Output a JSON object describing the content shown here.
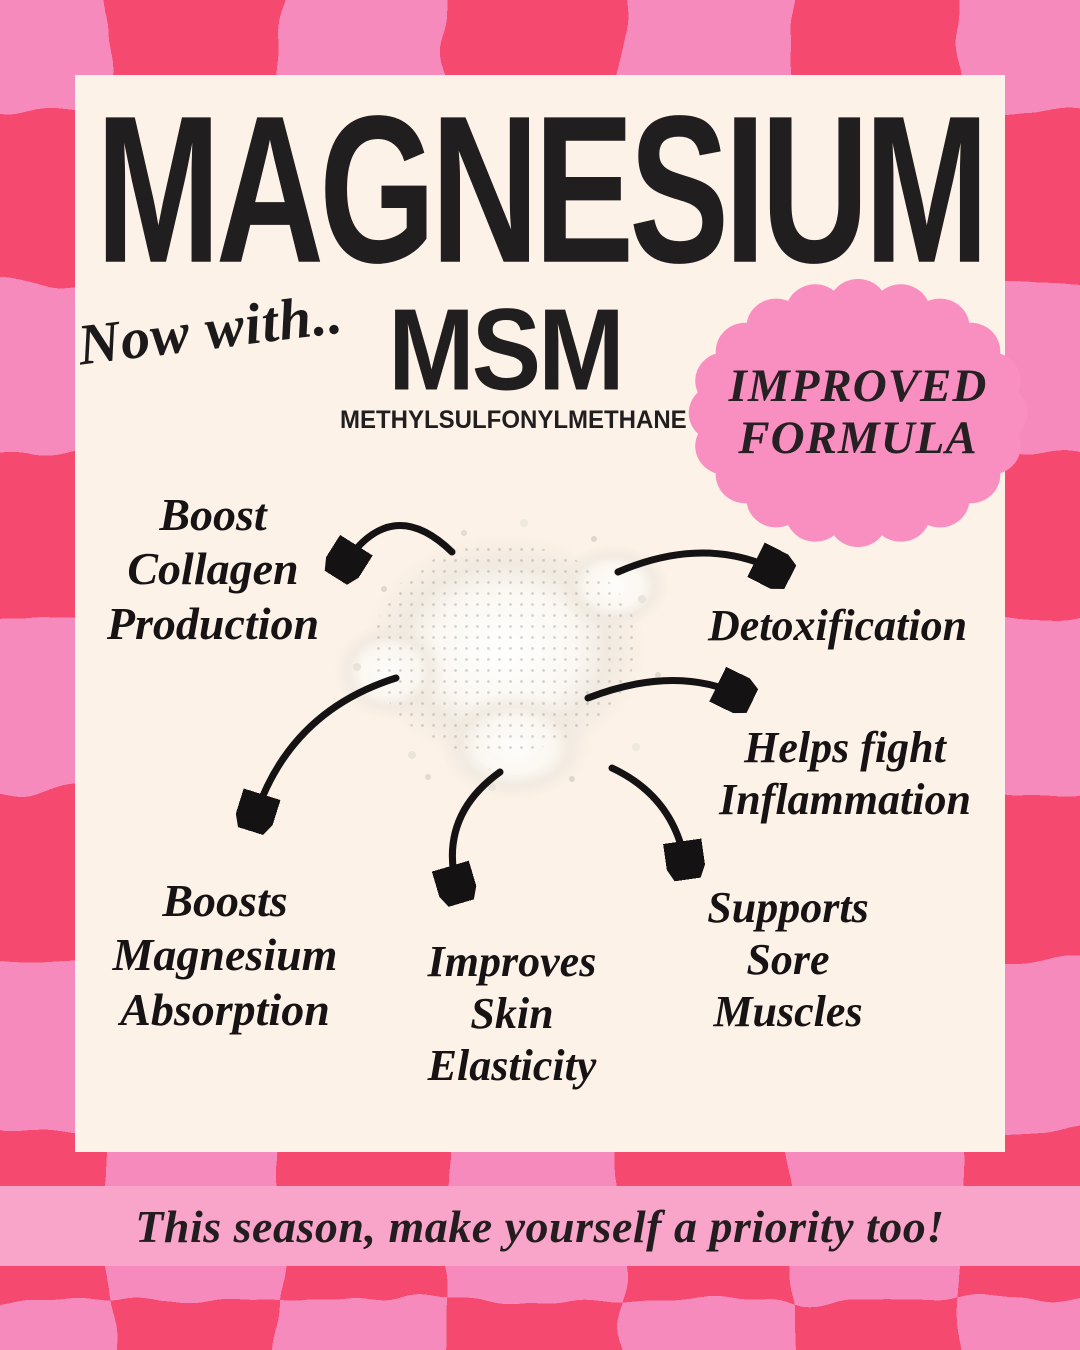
{
  "poster": {
    "title": "MAGNESIUM",
    "now_with": "Now with..",
    "msm": "MSM",
    "chemical_name": "METHYLSULFONYLMETHANE",
    "badge": {
      "line1": "IMPROVED",
      "line2": "FORMULA"
    },
    "benefits": [
      {
        "name": "boost-collagen-production",
        "lines": [
          "Boost",
          "Collagen",
          "Production"
        ]
      },
      {
        "name": "detoxification",
        "lines": [
          "Detoxification"
        ]
      },
      {
        "name": "helps-fight-inflammation",
        "lines": [
          "Helps fight",
          "Inflammation"
        ]
      },
      {
        "name": "boosts-magnesium-absorption",
        "lines": [
          "Boosts",
          "Magnesium",
          "Absorption"
        ]
      },
      {
        "name": "improves-skin-elasticity",
        "lines": [
          "Improves",
          "Skin",
          "Elasticity"
        ]
      },
      {
        "name": "supports-sore-muscles",
        "lines": [
          "Supports",
          "Sore",
          "Muscles"
        ]
      }
    ],
    "footer": "This season, make yourself a priority too!"
  },
  "colors": {
    "checker_dark": "#f64970",
    "checker_light": "#f78abc",
    "banner_pink": "#f9a5ca",
    "badge_pink": "#f98fc0",
    "cream": "#fdf2e7",
    "ink": "#211e1f"
  }
}
